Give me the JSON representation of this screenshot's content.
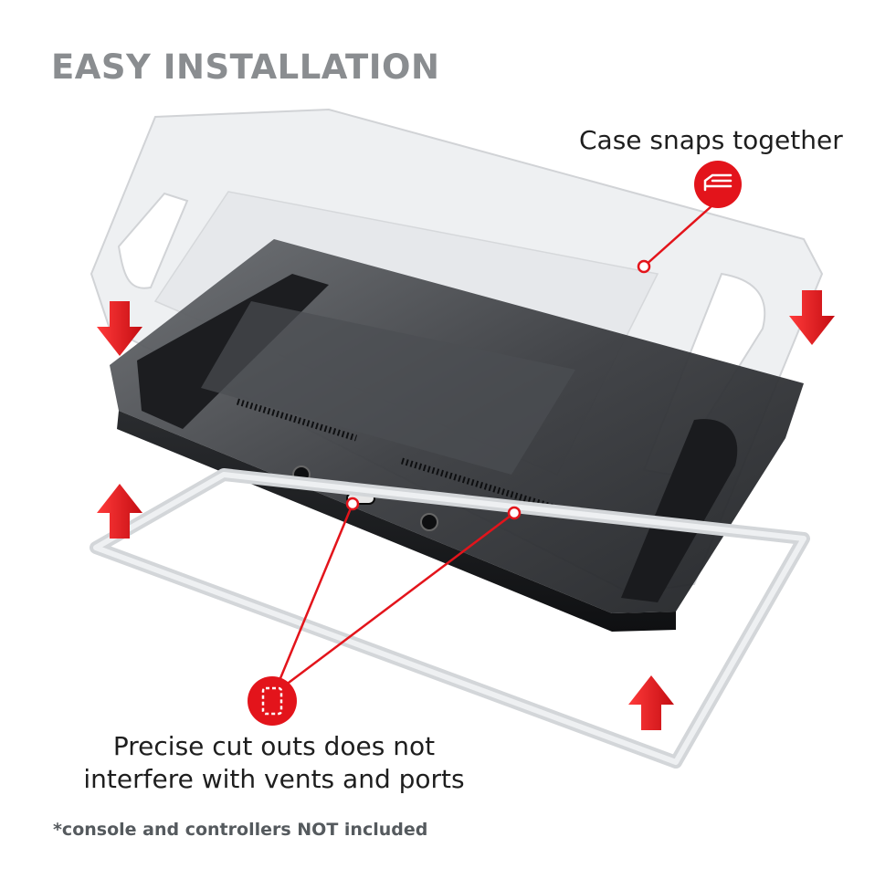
{
  "headline": "EASY INSTALLATION",
  "callouts": {
    "snap": "Case snaps together",
    "cutouts_line1": "Precise cut outs does not",
    "cutouts_line2": "interfere with vents and ports"
  },
  "footnote": "*console and controllers NOT included",
  "colors": {
    "accent_red": "#e3141b",
    "headline_gray": "#8a8d90",
    "console_dark": "#2b2d30",
    "case_clear": "#d9dcdf"
  },
  "icons": {
    "snap": "case-snap-icon",
    "cutout": "cutout-icon",
    "arrow_down": "arrow-down-icon",
    "arrow_up": "arrow-up-icon"
  }
}
